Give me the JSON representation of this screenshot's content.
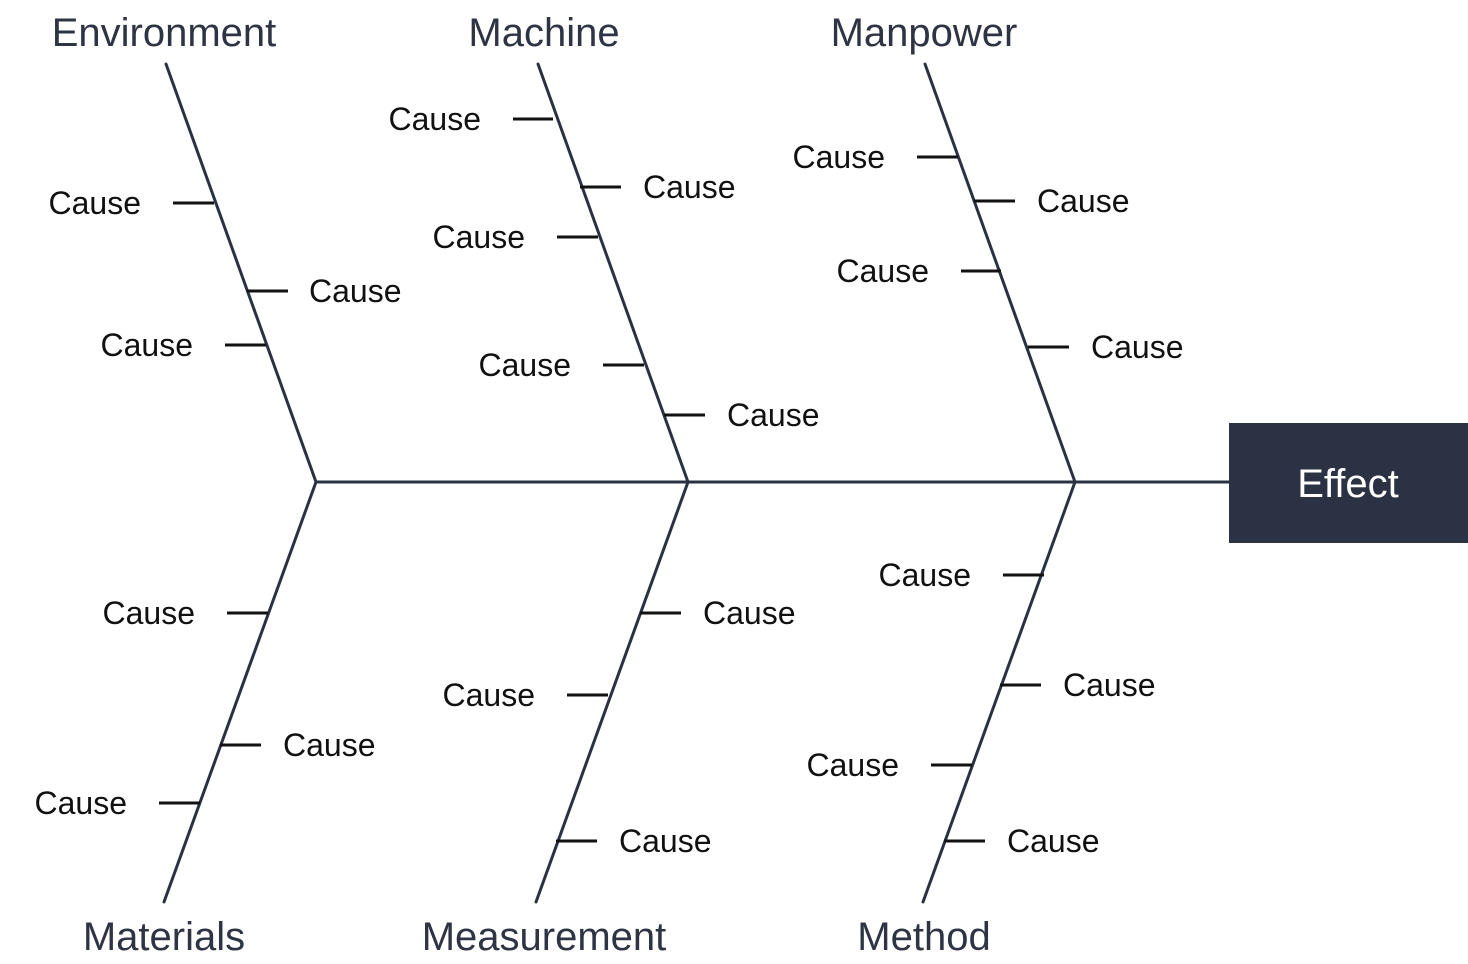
{
  "effect": {
    "label": "Effect"
  },
  "categories": [
    {
      "name": "Environment",
      "causes": [
        "Cause",
        "Cause",
        "Cause"
      ]
    },
    {
      "name": "Machine",
      "causes": [
        "Cause",
        "Cause",
        "Cause",
        "Cause",
        "Cause"
      ]
    },
    {
      "name": "Manpower",
      "causes": [
        "Cause",
        "Cause",
        "Cause",
        "Cause"
      ]
    },
    {
      "name": "Materials",
      "causes": [
        "Cause",
        "Cause",
        "Cause"
      ]
    },
    {
      "name": "Measurement",
      "causes": [
        "Cause",
        "Cause",
        "Cause"
      ]
    },
    {
      "name": "Method",
      "causes": [
        "Cause",
        "Cause",
        "Cause",
        "Cause"
      ]
    }
  ],
  "colors": {
    "bone": "#2a3142",
    "effect_box": "#2b3244",
    "effect_text": "#ffffff",
    "category_text": "#2e3444",
    "cause_text": "#111111"
  }
}
